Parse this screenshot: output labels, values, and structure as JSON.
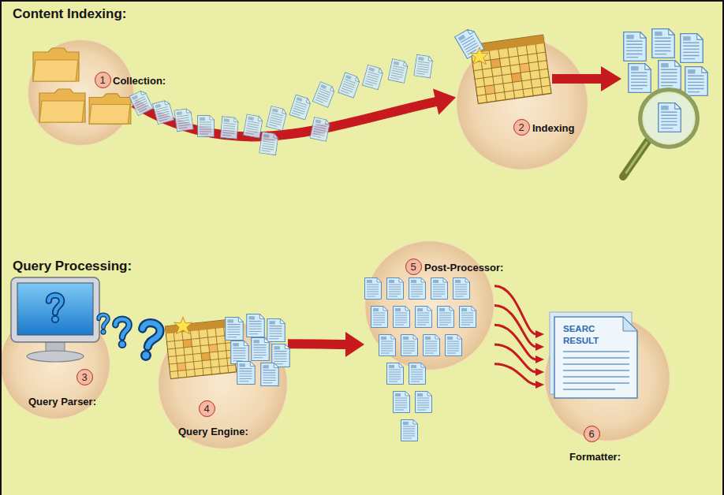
{
  "diagram": {
    "nodes": [
      {
        "text": [
          "1",
          "Collection:"
        ]
      },
      {
        "text": [
          "2",
          "Indexing"
        ]
      },
      {
        "text": [
          "3",
          "Query Parser:"
        ]
      },
      {
        "text": [
          "4",
          "Query Engine:"
        ]
      },
      {
        "text": [
          "5",
          "Post-Processor:"
        ]
      },
      {
        "text": [
          "6",
          "Formatter:"
        ]
      }
    ],
    "edges": [
      {
        "from": 0,
        "to": 1,
        "arrow": "to"
      },
      {
        "from": 3,
        "to": 4,
        "arrow": "to"
      },
      {
        "from": 4,
        "to": 5,
        "arrow": "to"
      }
    ],
    "labels": [
      "Content Indexing:",
      "Query Processing:",
      "SEARC",
      "RESULT"
    ]
  }
}
